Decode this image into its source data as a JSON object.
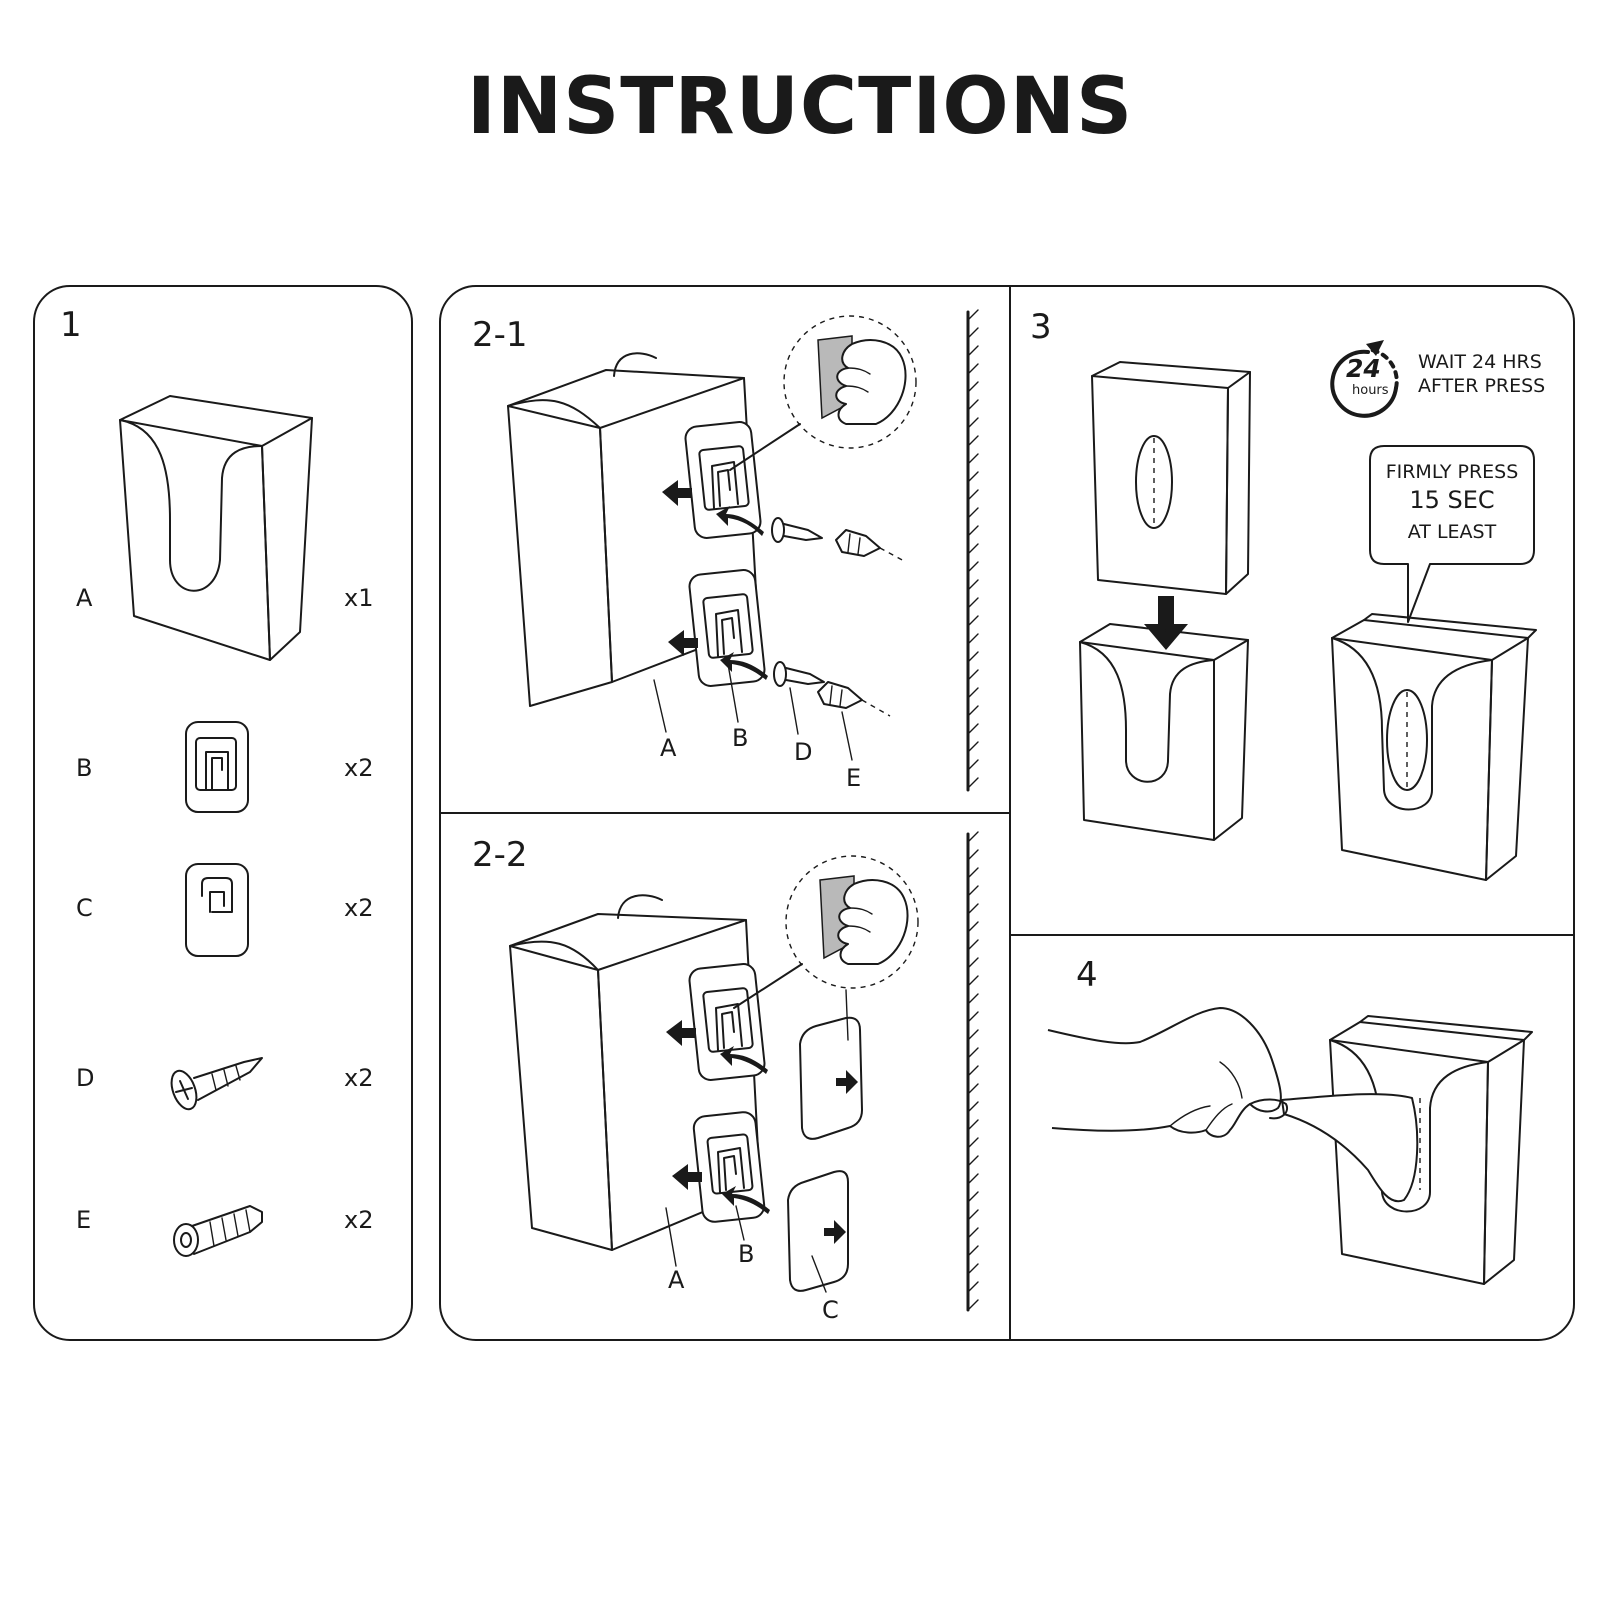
{
  "title": "INSTRUCTIONS",
  "panel1": {
    "step": "1",
    "parts": [
      {
        "letter": "A",
        "qty": "x1"
      },
      {
        "letter": "B",
        "qty": "x2"
      },
      {
        "letter": "C",
        "qty": "x2"
      },
      {
        "letter": "D",
        "qty": "x2"
      },
      {
        "letter": "E",
        "qty": "x2"
      }
    ]
  },
  "panel2_1": {
    "step": "2-1",
    "labels": {
      "a": "A",
      "b": "B",
      "d": "D",
      "e": "E"
    }
  },
  "panel2_2": {
    "step": "2-2",
    "labels": {
      "a": "A",
      "b": "B",
      "c": "C"
    }
  },
  "panel3": {
    "step": "3",
    "timer": {
      "number": "24",
      "unit": "hours",
      "line1": "WAIT 24 HRS",
      "line2": "AFTER PRESS"
    },
    "bubble": {
      "line1": "FIRMLY PRESS",
      "line2": "15 SEC",
      "line3": "AT LEAST"
    }
  },
  "panel4": {
    "step": "4"
  }
}
